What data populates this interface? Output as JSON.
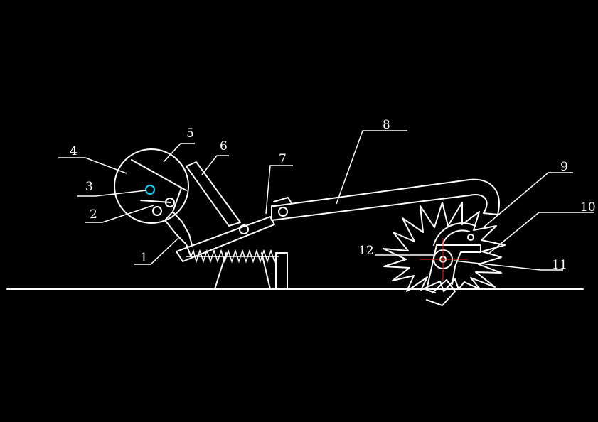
{
  "colors": {
    "background": "#000000",
    "line": "#ffffff",
    "pivot_marker": "#00d8ff",
    "center_mark": "#ff2020"
  },
  "labels": {
    "l1": "1",
    "l2": "2",
    "l3": "3",
    "l4": "4",
    "l5": "5",
    "l6": "6",
    "l7": "7",
    "l8": "8",
    "l9": "9",
    "l10": "10",
    "l11": "11",
    "l12": "12"
  }
}
